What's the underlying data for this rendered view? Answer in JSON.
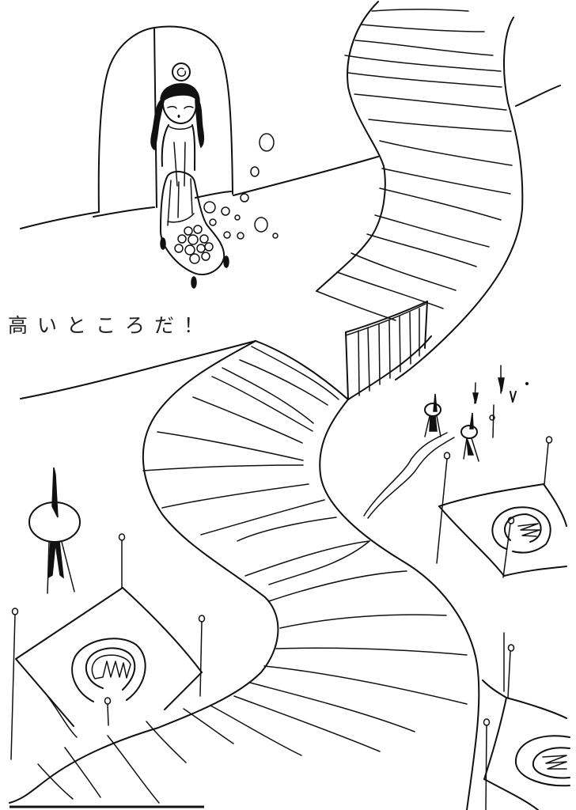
{
  "illustration": {
    "style": "hand-drawn black ink line art on white",
    "colors": {
      "ink": "#111111",
      "background": "#ffffff"
    },
    "caption": "高いところだ！",
    "scene": {
      "character": "girl with long black pigtails and a small halo-like circle above her head, pushing a cart full of round stones, standing in an arched doorway",
      "stairs": "long winding S-shaped staircase descending from top right to bottom",
      "railing": "short fence/railing at the bend of the stairs",
      "figures": "small stick figures and round-headed tower shapes at right middle",
      "platforms": "square platforms with concentric spiral patterns and lamp posts at bottom left and right",
      "tower": "round-topped spire tower at left middle"
    }
  }
}
